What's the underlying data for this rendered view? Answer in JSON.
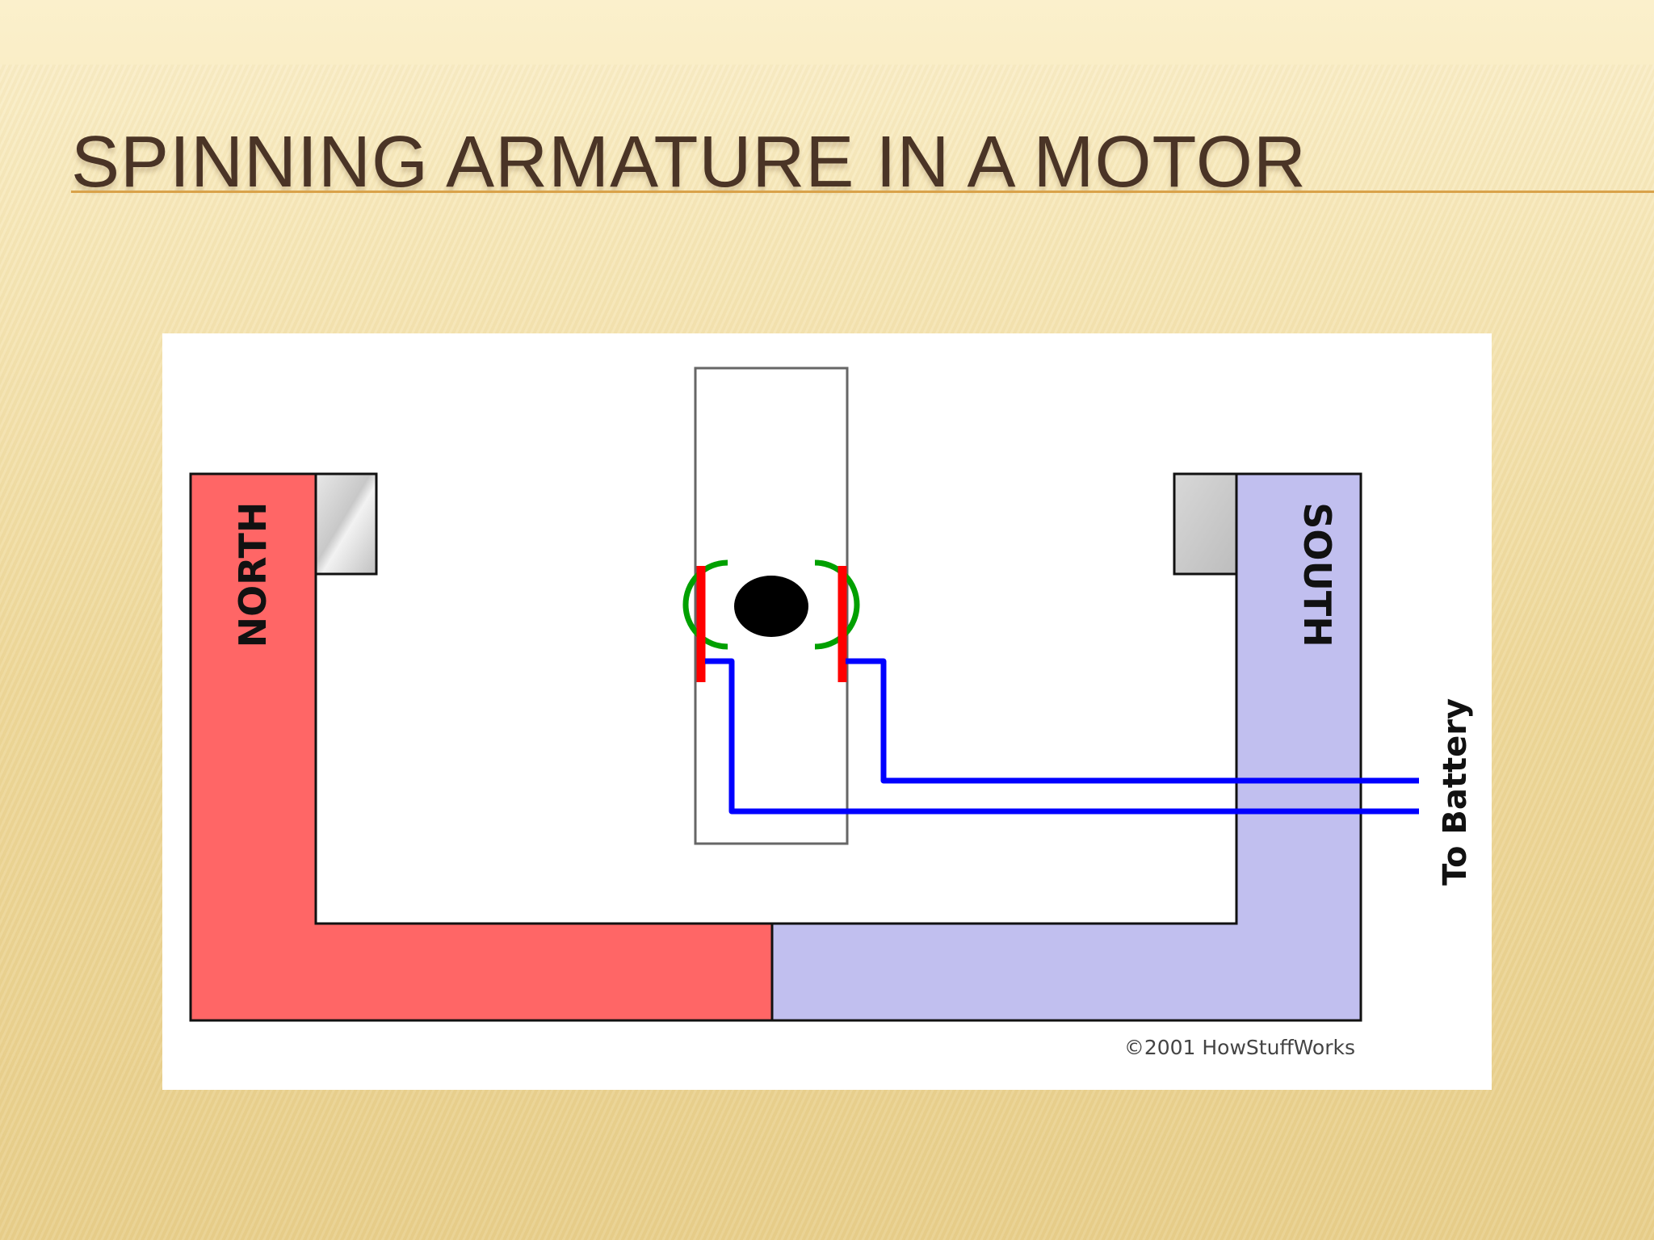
{
  "slide": {
    "title": "SPINNING ARMATURE IN A MOTOR"
  },
  "diagram": {
    "north_label": "NORTH",
    "south_label": "SOUTH",
    "battery_label": "To Battery",
    "copyright": "©2001 HowStuffWorks",
    "colors": {
      "north_magnet": "#ff6666",
      "south_magnet": "#c1bfef",
      "wire": "#0000ff",
      "brush": "#ff0000",
      "commutator_ring": "#00a000",
      "shaft": "#000000",
      "title_text": "#4a3426",
      "title_rule": "#d9a24a"
    }
  }
}
